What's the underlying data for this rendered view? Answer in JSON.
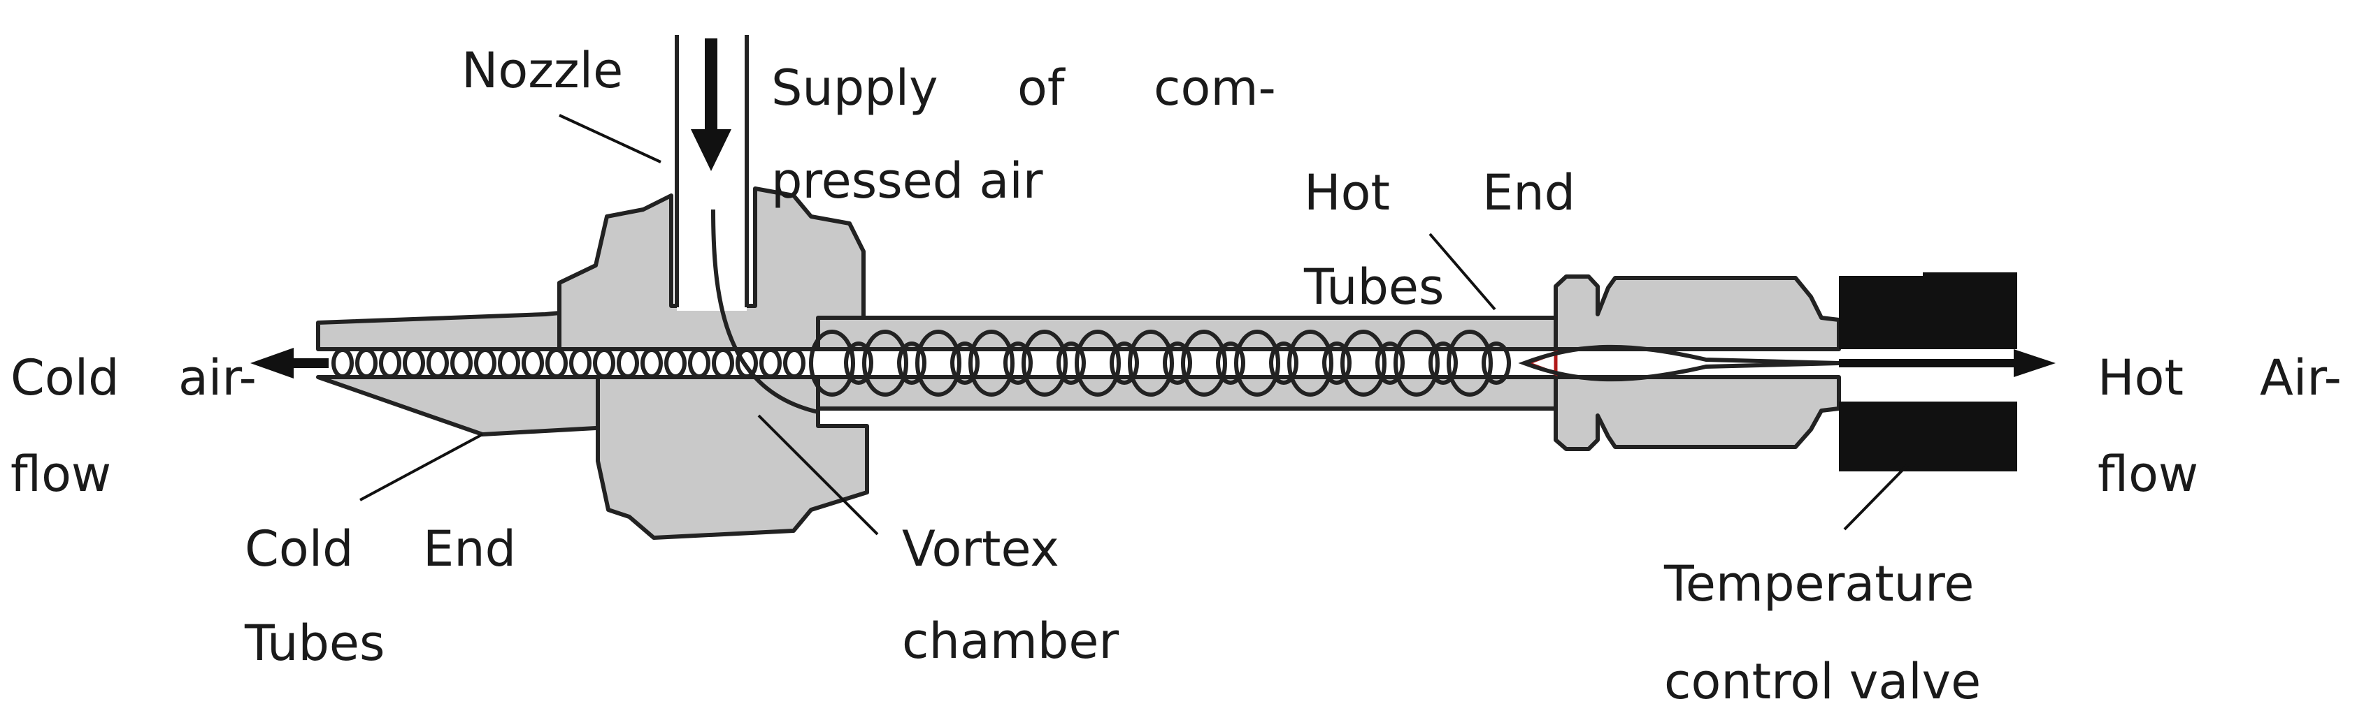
{
  "labels": {
    "nozzle": "Nozzle",
    "supply": {
      "line1": [
        "Supply",
        "of",
        "com-"
      ],
      "line2": "pressed air"
    },
    "hot_end_tubes": {
      "line1": [
        "Hot",
        "End"
      ],
      "line2": "Tubes"
    },
    "cold_air_flow": {
      "line1": [
        "Cold",
        "air-"
      ],
      "line2": "flow"
    },
    "hot_air_flow": {
      "line1": [
        "Hot",
        "Air-"
      ],
      "line2": "flow"
    },
    "cold_end_tubes": {
      "line1": [
        "Cold",
        "End"
      ],
      "line2": "Tubes"
    },
    "vortex_chamber": {
      "line1": "Vortex",
      "line2": "chamber"
    },
    "temperature_valve": {
      "line1": "Temperature",
      "line2": "control valve"
    }
  },
  "colors": {
    "body": "#c9c9c9",
    "outline": "#222222",
    "valve": "#111111",
    "hot_swirl": "#b01818"
  }
}
